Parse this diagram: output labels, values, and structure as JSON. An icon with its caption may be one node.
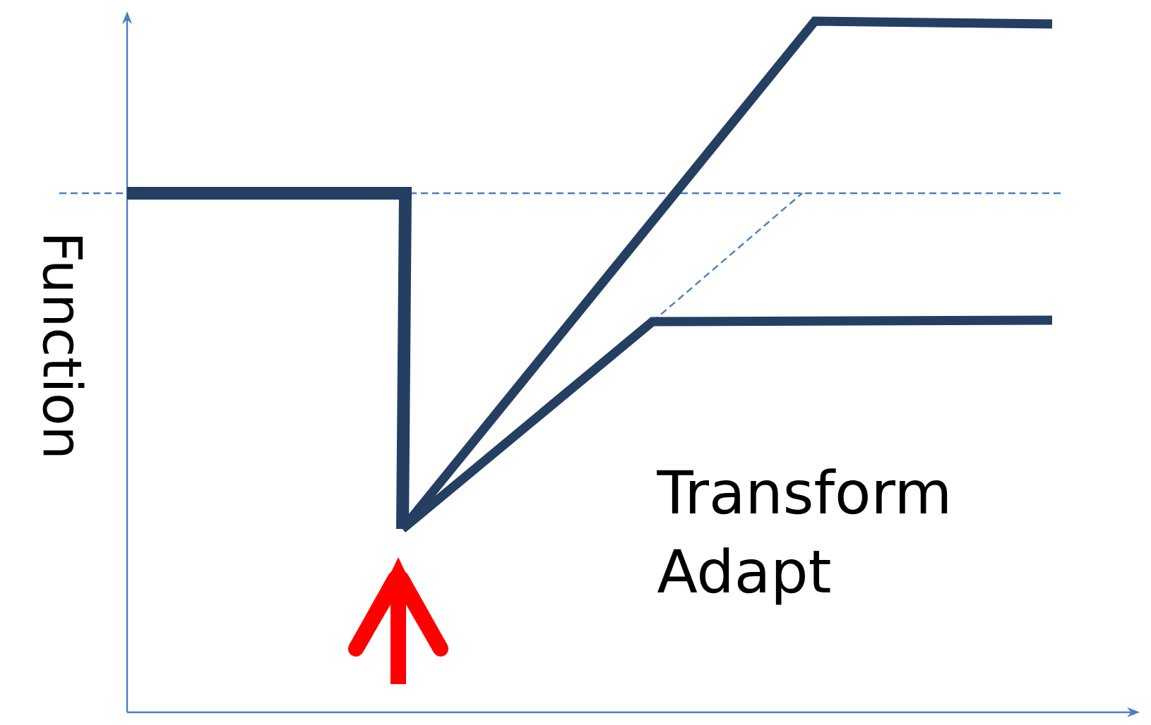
{
  "diagram": {
    "labels": [
      "Function",
      "Transform",
      "Adapt"
    ]
  }
}
